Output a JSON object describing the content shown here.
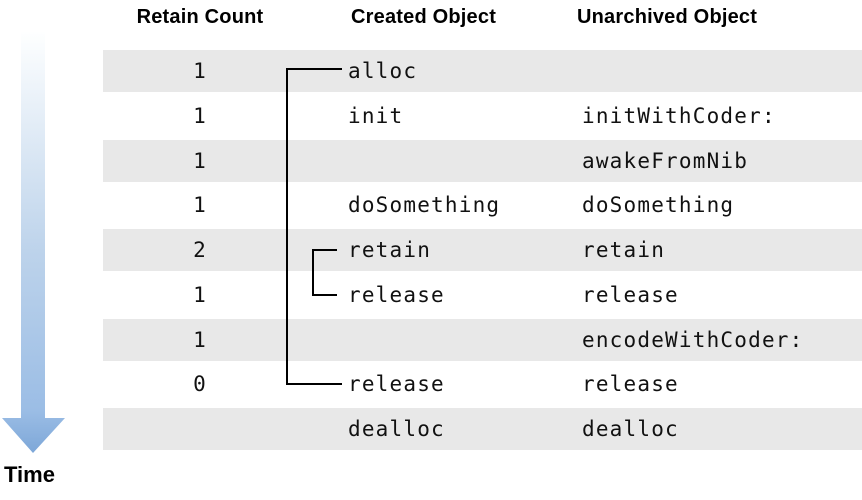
{
  "columns": [
    "Retain Count",
    "Created Object",
    "Unarchived Object"
  ],
  "time_label": "Time",
  "rows": [
    {
      "retain_count": "1",
      "created": "alloc",
      "unarchived": "",
      "shaded": true
    },
    {
      "retain_count": "1",
      "created": "init",
      "unarchived": "initWithCoder:",
      "shaded": false
    },
    {
      "retain_count": "1",
      "created": "",
      "unarchived": "awakeFromNib",
      "shaded": true
    },
    {
      "retain_count": "1",
      "created": "doSomething",
      "unarchived": "doSomething",
      "shaded": false
    },
    {
      "retain_count": "2",
      "created": "retain",
      "unarchived": "retain",
      "shaded": true
    },
    {
      "retain_count": "1",
      "created": "release",
      "unarchived": "release",
      "shaded": false
    },
    {
      "retain_count": "1",
      "created": "",
      "unarchived": "encodeWithCoder:",
      "shaded": true
    },
    {
      "retain_count": "0",
      "created": "release",
      "unarchived": "release",
      "shaded": false
    },
    {
      "retain_count": "",
      "created": "dealloc",
      "unarchived": "dealloc",
      "shaded": true
    }
  ],
  "brackets": {
    "alloc_to_release": "connects alloc row to final release row",
    "retain_to_release": "connects retain row to paired release row"
  },
  "colors": {
    "row_shade": "#e8e8e8",
    "line": "#000000",
    "arrow_gradient_top": "#feffff",
    "arrow_gradient_mid": "#bdd3eb",
    "arrow_gradient_bottom": "#7da7d8"
  }
}
